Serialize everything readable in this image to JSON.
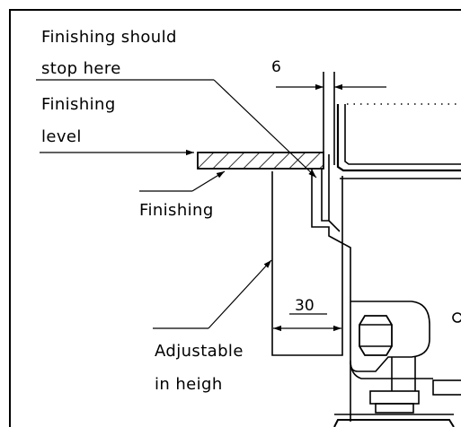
{
  "labels": {
    "finishing_should_line1": "Finishing should",
    "finishing_should_line2": "stop here",
    "finishing_level_line1": "Finishing",
    "finishing_level_line2": "level",
    "finishing": "Finishing",
    "adjustable_line1": "Adjustable",
    "adjustable_line2": "in heigh"
  },
  "dimensions": {
    "gap": "6",
    "depth": "30"
  },
  "colors": {
    "ink": "#000000",
    "paper": "#ffffff"
  }
}
